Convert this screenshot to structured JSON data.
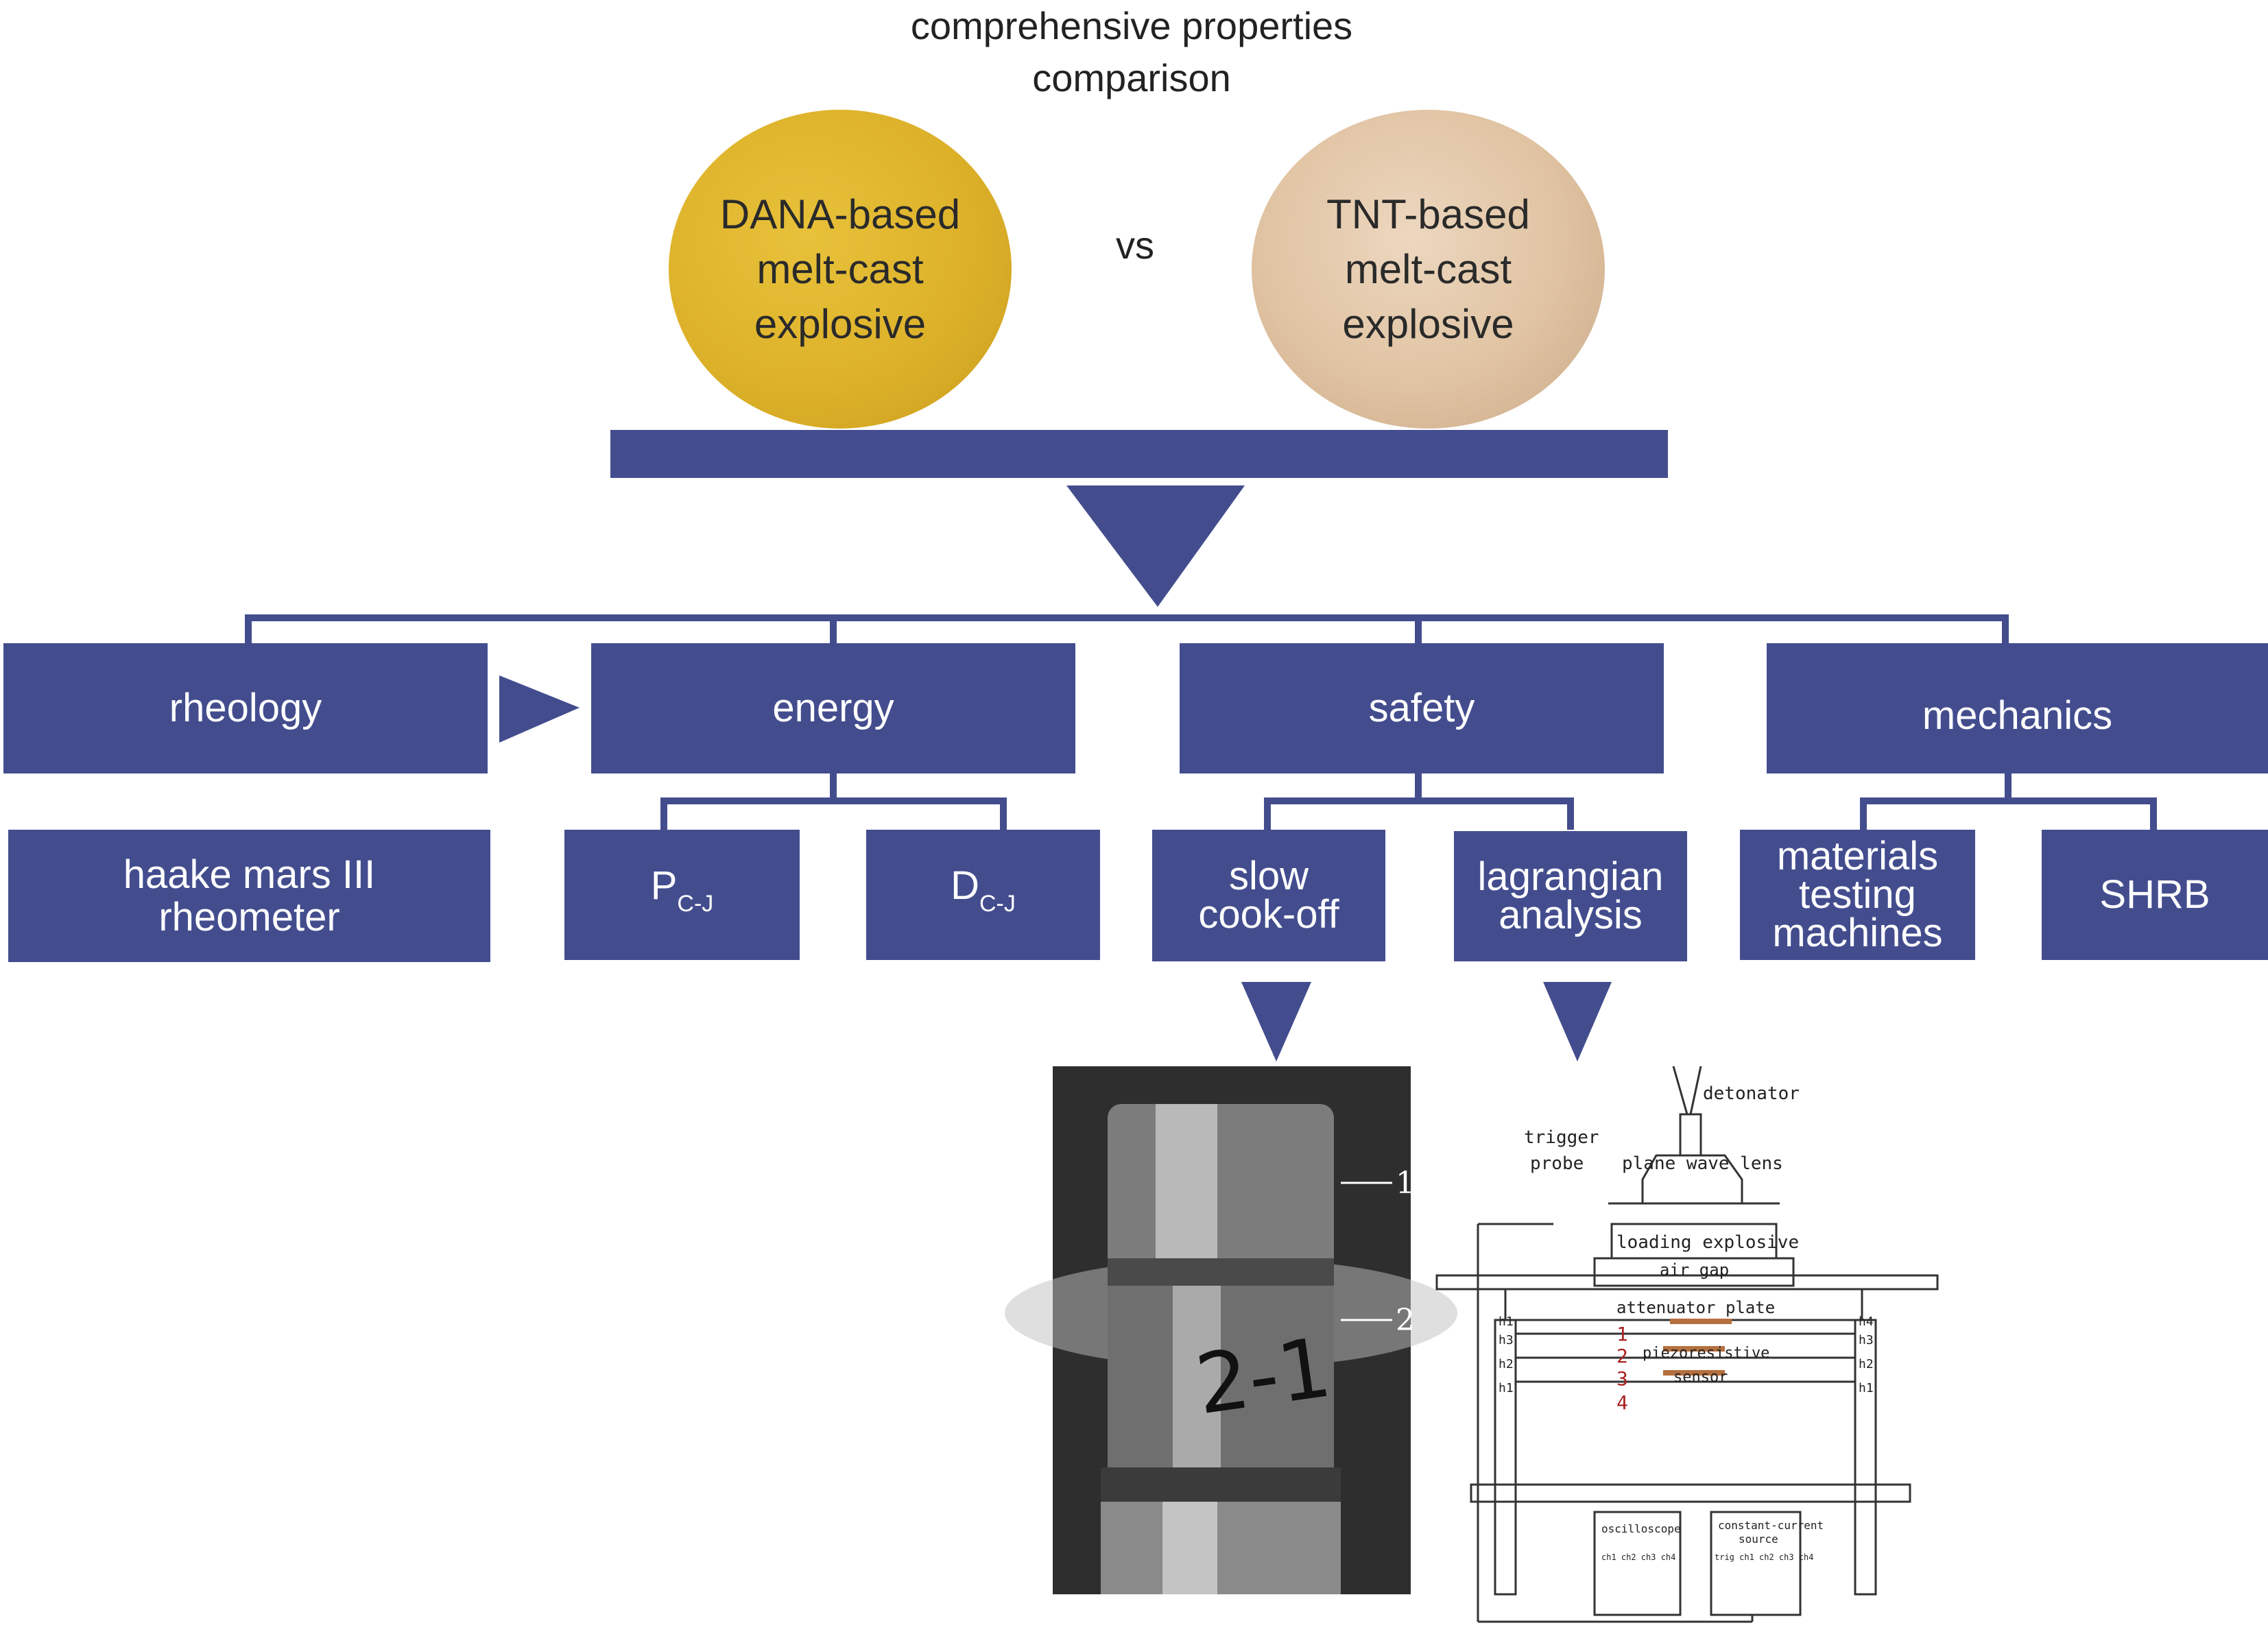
{
  "title_line1": "comprehensive properties",
  "title_line2": "comparison",
  "left_sample": {
    "lines": [
      "DANA-based",
      "melt-cast",
      "explosive"
    ],
    "color": "#dcb12b"
  },
  "right_sample": {
    "lines": [
      "TNT-based",
      "melt-cast",
      "explosive"
    ],
    "color": "#e1c6a6"
  },
  "vs": "vs",
  "accent_color": "#434d8e",
  "categories": [
    {
      "label": "rheology"
    },
    {
      "label": "energy"
    },
    {
      "label": "safety"
    },
    {
      "label": "mechanics"
    }
  ],
  "methods": {
    "rheology": {
      "lines": [
        "haake mars III",
        "rheometer"
      ]
    },
    "energy_p": {
      "main": "P",
      "sub": "C-J"
    },
    "energy_d": {
      "main": "D",
      "sub": "C-J"
    },
    "slow_cookoff": {
      "lines": [
        "slow",
        "cook-off"
      ]
    },
    "lagrangian": {
      "lines": [
        "lagrangian",
        "analysis"
      ]
    },
    "materials": {
      "lines": [
        "materials",
        "testing",
        "machines"
      ]
    },
    "shrb": {
      "label": "SHRB"
    }
  },
  "photo": {
    "marker_1": "1",
    "marker_2": "2",
    "sample_text": "2-1"
  },
  "schematic": {
    "detonator": "detonator",
    "trigger": "trigger",
    "probe": "probe",
    "plane_wave_lens": "plane wave lens",
    "loading_explosive": "loading explosive",
    "air_gap": "air gap",
    "attenuator_plate": "attenuator plate",
    "piezoresistive": "piezoresistive",
    "sensor": "sensor",
    "numbers": [
      "1",
      "2",
      "3",
      "4"
    ],
    "h_left": [
      "h1",
      "h3",
      "h2",
      "h1"
    ],
    "h_right": [
      "h4",
      "h3",
      "h2",
      "h1"
    ],
    "oscilloscope": "oscilloscope",
    "constant_current": "constant-current",
    "source": "source",
    "osc_channels": "ch1 ch2 ch3 ch4",
    "src_channels": "trig ch1 ch2 ch3 ch4"
  }
}
